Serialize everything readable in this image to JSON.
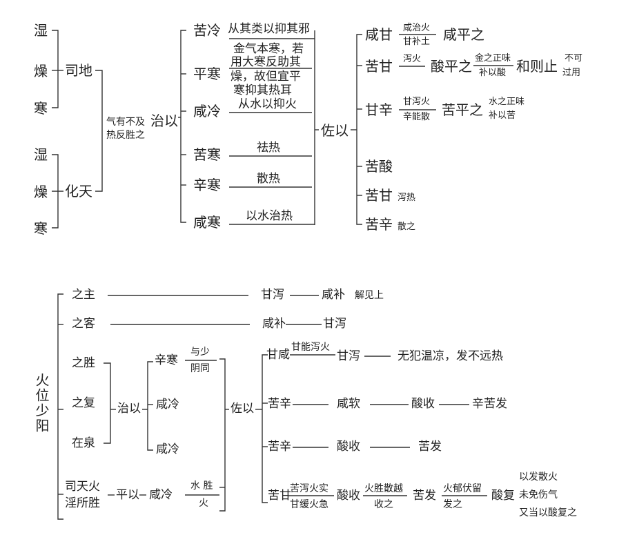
{
  "diagram": {
    "top": {
      "left_labels": [
        "湿",
        "燥",
        "寒",
        "湿",
        "燥",
        "寒"
      ],
      "si_di": "司地",
      "hua_tian": "化天",
      "qi_note_1": "气有不及",
      "qi_note_2": "热反胜之",
      "zhi_yi": "治以",
      "zhi_items": [
        "苦冷",
        "平寒",
        "咸冷",
        "苦寒",
        "辛寒",
        "咸寒"
      ],
      "zhi_notes": {
        "ku_leng": "从其类以抑其邪",
        "ping_han_1": "金气本寒，若",
        "ping_han_2": "用大寒反助其",
        "ping_han_3": "燥，故但宜平",
        "ping_han_4": "寒抑其热耳",
        "xian_leng": "从水以抑火",
        "ku_han": "祛热",
        "xin_han": "散热",
        "xian_han": "以水治热"
      },
      "zuo_yi": "佐以",
      "zuo": {
        "xian_gan": "咸甘",
        "xian_gan_top": "咸治火",
        "xian_gan_bottom": "甘补土",
        "xian_ping": "咸平之",
        "ku_gan": "苦甘",
        "ku_gan_top": "泻火",
        "suan_ping": "酸平之",
        "jin_top": "金之正味",
        "jin_bottom": "补以酸",
        "he_ze_zhi": "和则止",
        "bu_ke_1": "不可",
        "bu_ke_2": "过用",
        "gan_xin": "甘辛",
        "gan_xin_top": "甘泻火",
        "gan_xin_bottom": "辛能散",
        "ku_ping": "苦平之",
        "shui_top": "水之正味",
        "shui_bottom": "补以苦",
        "ku_suan": "苦酸",
        "ku_gan2": "苦甘",
        "xie_re": "泻热",
        "ku_xin": "苦辛",
        "san_zhi": "散之"
      }
    },
    "bottom": {
      "title": "火位少阳",
      "zhi_zhu": "之主",
      "gan_xie_1": "甘泻",
      "xian_bu_1": "咸补",
      "jie_jian_shang": "解见上",
      "zhi_ke": "之客",
      "xian_bu_2": "咸补",
      "gan_xie_2": "甘泻",
      "zhi_sheng": "之胜",
      "zhi_fu": "之复",
      "zai_quan": "在泉",
      "zhi_yi": "治以",
      "xin_han": "辛寒",
      "yu_shao": "与少",
      "yin_tong": "阴同",
      "xian_leng_1": "咸冷",
      "xian_leng_2": "咸冷",
      "zuo_yi": "佐以",
      "gan_xian": "甘咸",
      "gan_neng_xie_huo": "甘能泻火",
      "gan_xie_3": "甘泻",
      "wu_fan": "无犯温凉，发不远热",
      "ku_xin_1": "苦辛",
      "xian_ruan": "咸软",
      "suan_shou_1": "酸收",
      "xin_ku_fa": "辛苦发",
      "ku_xin_2": "苦辛",
      "suan_shou_2": "酸收",
      "ku_fa_1": "苦发",
      "si_tian_1": "司天火",
      "si_tian_2": "淫所胜",
      "ping_yi": "平以",
      "xian_leng_3": "咸冷",
      "shui_sheng": "水 胜",
      "huo": "火",
      "ku_gan": "苦甘",
      "ku_xie_huo_shi": "苦泻火实",
      "gan_huan_huo_ji": "甘缓火急",
      "suan_shou_3": "酸收",
      "huo_sheng_san_yue": "火胜散越",
      "shou_zhi": "收之",
      "ku_fa_2": "苦发",
      "huo_yu_fu_liu": "火郁伏留",
      "fa_zhi": "发之",
      "suan_fu": "酸复",
      "yi_fa_san_huo": "以发散火",
      "wei_mian_shang_qi": "未免伤气",
      "you_dang": "又当以酸复之"
    }
  }
}
